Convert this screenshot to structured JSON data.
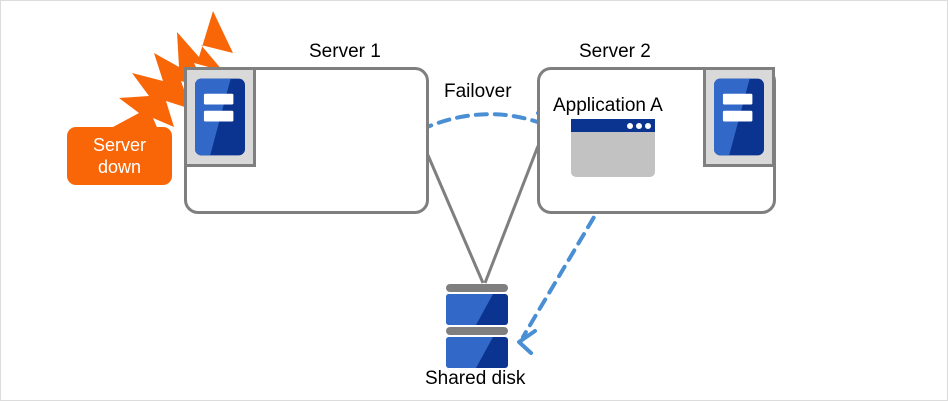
{
  "diagram": {
    "title_labels": {
      "server1": "Server 1",
      "server2": "Server 2",
      "failover": "Failover",
      "application": "Application A",
      "shared_disk": "Shared disk"
    },
    "status_badge": {
      "line1": "Server",
      "line2": "down",
      "color": "#f96608",
      "text_color": "#ffffff"
    },
    "icons": {
      "server1": "server-icon",
      "server2": "server-icon",
      "failure": "lightning-burst-icon",
      "app_window": "application-window-icon",
      "disk_upper": "disk-unit-icon",
      "disk_lower": "disk-unit-icon"
    },
    "colors": {
      "box_border": "#7f7f7f",
      "server_icon_frame": "#d9d9d9",
      "server_icon_blue_light": "#3268c8",
      "server_icon_blue_dark": "#0b3390",
      "connector_line": "#7f7f7f",
      "failover_arrow": "#4a8fd4",
      "disk_arrow": "#4a8fd4",
      "app_titlebar": "#0b3390",
      "app_body": "#c2c2c2",
      "canvas_border": "#dcdcdc"
    },
    "connectors": [
      {
        "name": "server1-to-shared-disk",
        "style": "solid",
        "color": "#7f7f7f"
      },
      {
        "name": "server2-to-shared-disk",
        "style": "solid",
        "color": "#7f7f7f"
      },
      {
        "name": "failover-arrow",
        "style": "dashed",
        "color": "#4a8fd4"
      },
      {
        "name": "application-to-shared-disk-arrow",
        "style": "dashed",
        "color": "#4a8fd4"
      }
    ]
  }
}
